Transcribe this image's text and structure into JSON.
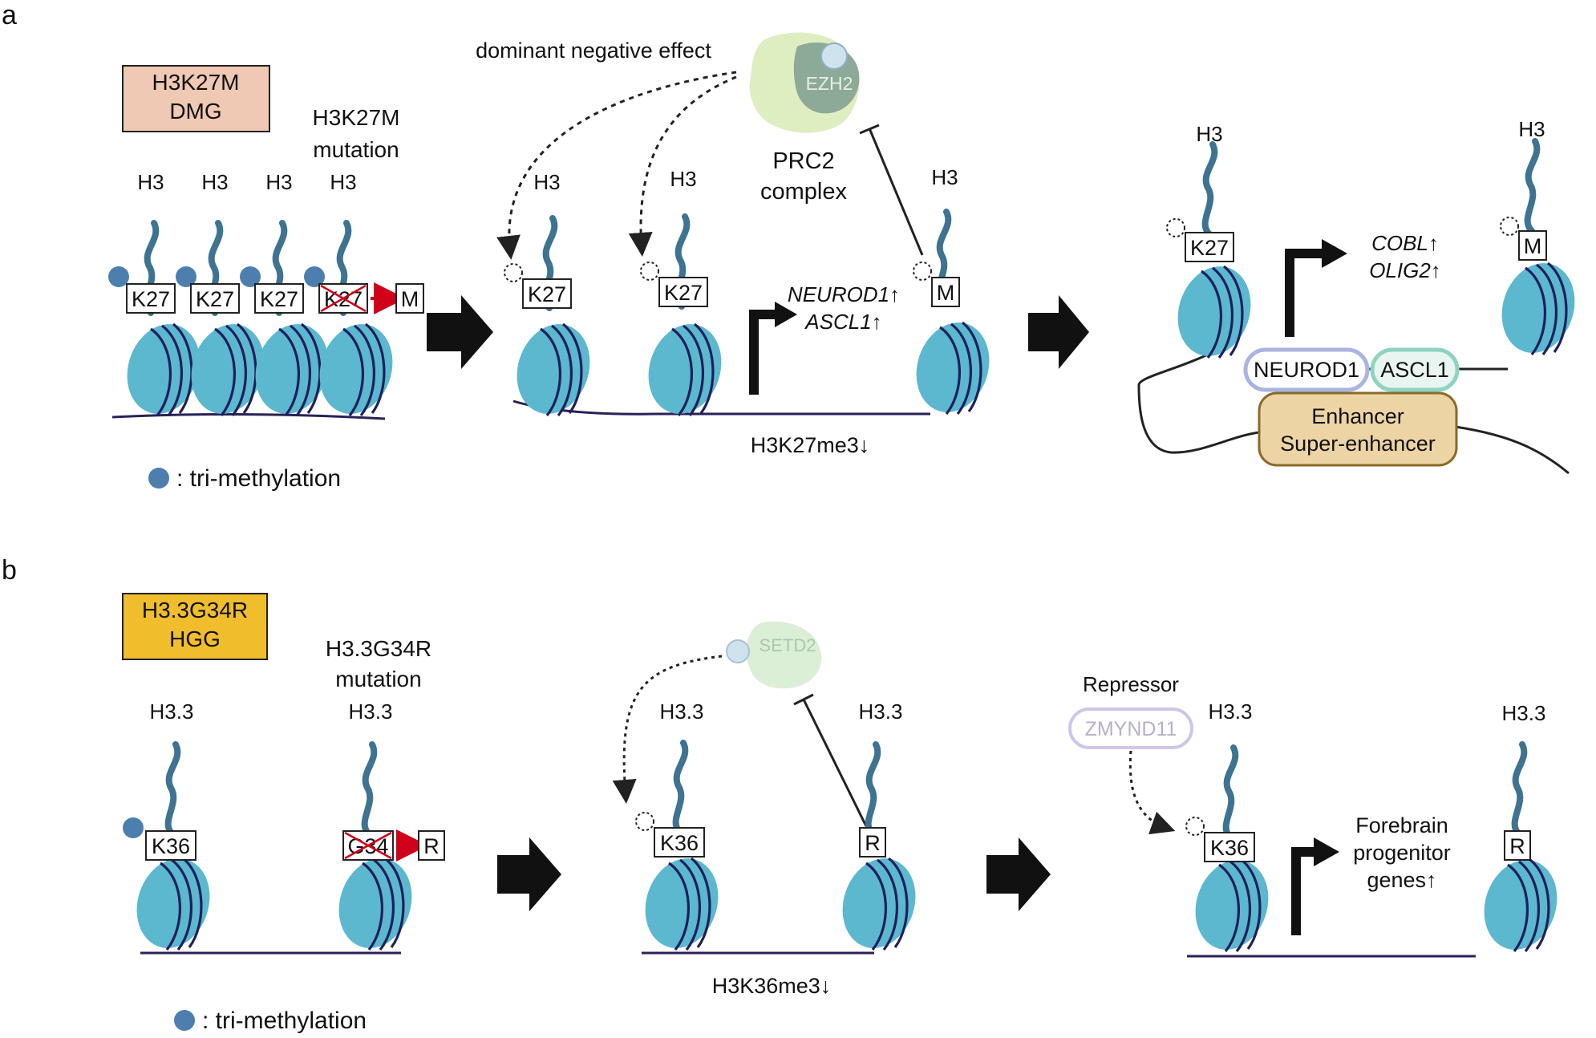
{
  "panel_a": {
    "panel_label": "a",
    "box_line1": "H3K27M",
    "box_line2": "DMG",
    "box_color": "#efc9b3",
    "mutation_line1": "H3K27M",
    "mutation_line2": "mutation",
    "histone": "H3",
    "residue": "K27",
    "mutant_residue": "M",
    "legend": ": tri-methylation",
    "dominant_negative": "dominant negative effect",
    "enzyme": "EZH2",
    "complex_line1": "PRC2",
    "complex_line2": "complex",
    "mark_change": "H3K27me3↓",
    "stage2_genes": [
      "NEUROD1↑",
      "ASCL1↑"
    ],
    "stage3_genes": [
      "COBL↑",
      "OLIG2↑"
    ],
    "tf1": "NEUROD1",
    "tf2": "ASCL1",
    "enhancer_line1": "Enhancer",
    "enhancer_line2": "Super-enhancer"
  },
  "panel_b": {
    "panel_label": "b",
    "box_line1": "H3.3G34R",
    "box_line2": "HGG",
    "box_color": "#f0bd2c",
    "mutation_line1": "H3.3G34R",
    "mutation_line2": "mutation",
    "histone": "H3.3",
    "residue": "K36",
    "wt_residue": "G34",
    "mutant_residue": "R",
    "legend": ": tri-methylation",
    "enzyme": "SETD2",
    "mark_change": "H3K36me3↓",
    "repressor_label": "Repressor",
    "repressor": "ZMYND11",
    "genes_line1": "Forebrain",
    "genes_line2": "progenitor",
    "genes_line3": "genes↑"
  },
  "colors": {
    "histone_tail": "#3e7391",
    "nucleosome": "#5bb8cf",
    "dna": "#2a2158",
    "methyl": "#4d7fae",
    "mutation_arrow": "#d0021b",
    "tf1_border": "#a9b5e0",
    "tf2_border": "#8fd3c2",
    "enhancer_fill": "#ecd4a5",
    "enhancer_border": "#8a6a2a"
  }
}
